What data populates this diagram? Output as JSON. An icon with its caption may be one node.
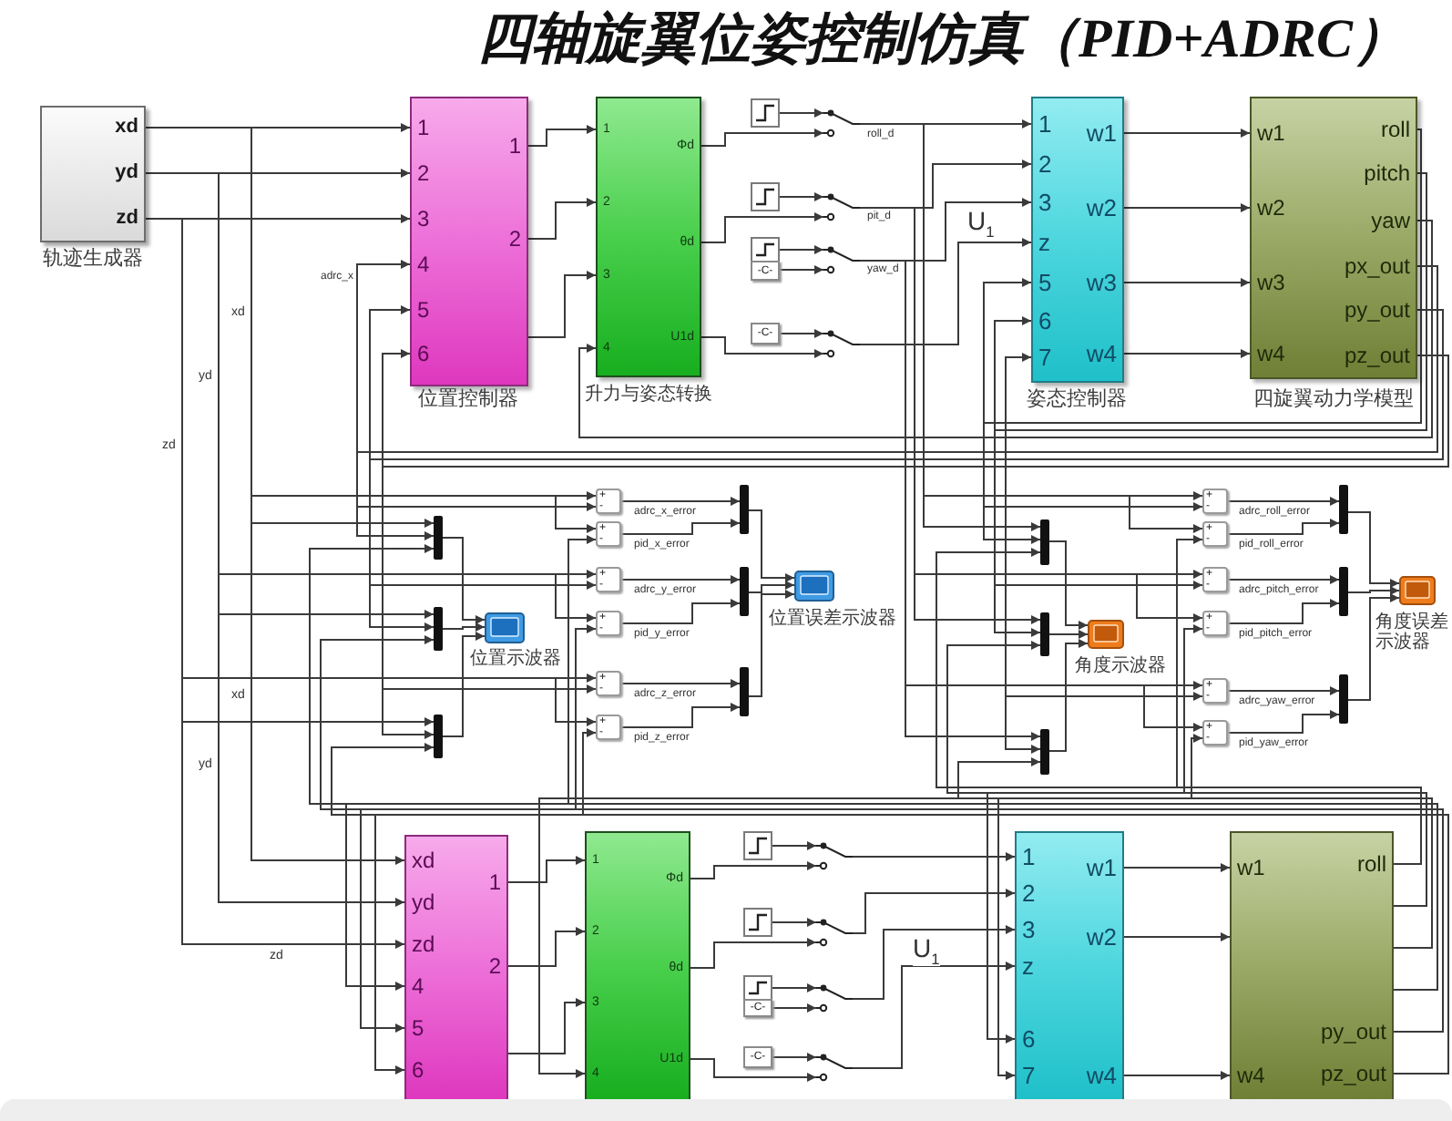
{
  "diagram": {
    "title": "四轴旋翼位姿控制仿真（PID+ADRC）",
    "nodes": [
      {
        "text": [
          "xd",
          "yd",
          "zd"
        ],
        "beside": [
          "轨迹生成器"
        ]
      },
      {
        "text": [
          "1",
          "2",
          "3",
          "4",
          "5",
          "6",
          "1",
          "2"
        ],
        "beside": [
          "位置控制器"
        ]
      },
      {
        "text": [
          "1",
          "2",
          "3",
          "4",
          "Φd",
          "θd",
          "U1d"
        ],
        "beside": [
          "升力与姿态转换"
        ]
      },
      {
        "text": [],
        "shape": "box"
      },
      {
        "text": [],
        "shape": "box"
      },
      {
        "text": [],
        "shape": "box"
      },
      {
        "text": [
          "-C-"
        ]
      },
      {
        "text": [
          "-C-"
        ]
      },
      {
        "text": [],
        "shape": "switch"
      },
      {
        "text": [],
        "shape": "switch"
      },
      {
        "text": [],
        "shape": "switch"
      },
      {
        "text": [],
        "shape": "switch"
      },
      {
        "text": [
          "1",
          "2",
          "3",
          "z",
          "5",
          "6",
          "7",
          "w1",
          "w2",
          "w3",
          "w4"
        ],
        "beside": [
          "姿态控制器"
        ]
      },
      {
        "text": [
          "w1",
          "w2",
          "w3",
          "w4",
          "roll",
          "pitch",
          "yaw",
          "px_out",
          "py_out",
          "pz_out"
        ],
        "beside": [
          "四旋翼动力学模型"
        ]
      },
      {
        "text": [
          "+",
          "-"
        ]
      },
      {
        "text": [
          "+",
          "-"
        ]
      },
      {
        "text": [
          "+",
          "-"
        ]
      },
      {
        "text": [
          "+",
          "-"
        ]
      },
      {
        "text": [
          "+",
          "-"
        ]
      },
      {
        "text": [
          "+",
          "-"
        ]
      },
      {
        "text": [],
        "shape": "bar"
      },
      {
        "text": [],
        "shape": "bar"
      },
      {
        "text": [],
        "shape": "bar"
      },
      {
        "text": [],
        "shape": "monitor",
        "beside": [
          "位置示波器"
        ]
      },
      {
        "text": [],
        "shape": "bar"
      },
      {
        "text": [],
        "shape": "bar"
      },
      {
        "text": [],
        "shape": "bar"
      },
      {
        "text": [],
        "shape": "monitor",
        "beside": [
          "位置误差示波器"
        ]
      },
      {
        "text": [],
        "shape": "bar"
      },
      {
        "text": [],
        "shape": "bar"
      },
      {
        "text": [],
        "shape": "bar"
      },
      {
        "text": [],
        "shape": "monitor",
        "beside": [
          "角度示波器"
        ]
      },
      {
        "text": [
          "+",
          "-"
        ]
      },
      {
        "text": [
          "+",
          "-"
        ]
      },
      {
        "text": [
          "+",
          "-"
        ]
      },
      {
        "text": [
          "+",
          "-"
        ]
      },
      {
        "text": [
          "+",
          "-"
        ]
      },
      {
        "text": [
          "+",
          "-"
        ]
      },
      {
        "text": [],
        "shape": "bar"
      },
      {
        "text": [],
        "shape": "bar"
      },
      {
        "text": [],
        "shape": "bar"
      },
      {
        "text": [],
        "shape": "monitor",
        "beside": [
          "角度误差示波器"
        ]
      },
      {
        "text": [
          "xd",
          "yd",
          "zd",
          "4",
          "5",
          "6",
          "1",
          "2"
        ]
      },
      {
        "text": [
          "1",
          "2",
          "3",
          "4",
          "Φd",
          "θd",
          "U1d"
        ]
      },
      {
        "text": [],
        "shape": "box"
      },
      {
        "text": [],
        "shape": "box"
      },
      {
        "text": [],
        "shape": "box"
      },
      {
        "text": [
          "-C-"
        ]
      },
      {
        "text": [
          "-C-"
        ]
      },
      {
        "text": [],
        "shape": "switch"
      },
      {
        "text": [],
        "shape": "switch"
      },
      {
        "text": [],
        "shape": "switch"
      },
      {
        "text": [],
        "shape": "switch"
      },
      {
        "text": [
          "1",
          "2",
          "3",
          "z",
          "6",
          "7",
          "w1",
          "w2",
          "w4"
        ]
      },
      {
        "text": [
          "w1",
          "w4",
          "roll",
          "py_out",
          "pz_out"
        ]
      }
    ],
    "edges": [
      {
        "from": 0,
        "to": 1,
        "arrow": "to"
      },
      {
        "from": 0,
        "to": 1,
        "arrow": "to"
      },
      {
        "from": 0,
        "to": 1,
        "arrow": "to"
      },
      {
        "from": 1,
        "to": 2,
        "arrow": "to"
      },
      {
        "from": 1,
        "to": 2,
        "arrow": "to"
      },
      {
        "from": 1,
        "to": 2,
        "arrow": "to"
      },
      {
        "from": 3,
        "to": 8,
        "arrow": "to"
      },
      {
        "from": 2,
        "to": 8,
        "arrow": "to"
      },
      {
        "from": 8,
        "to": 12,
        "arrow": "to",
        "label": "roll_d"
      },
      {
        "from": 4,
        "to": 9,
        "arrow": "to"
      },
      {
        "from": 2,
        "to": 9,
        "arrow": "to"
      },
      {
        "from": 9,
        "to": 12,
        "arrow": "to",
        "label": "pit_d"
      },
      {
        "from": 5,
        "to": 10,
        "arrow": "to"
      },
      {
        "from": 6,
        "to": 10,
        "arrow": "to"
      },
      {
        "from": 10,
        "to": 12,
        "arrow": "to",
        "label": "yaw_d"
      },
      {
        "from": 7,
        "to": 11,
        "arrow": "to"
      },
      {
        "from": 2,
        "to": 11,
        "arrow": "to"
      },
      {
        "from": 11,
        "to": 12,
        "arrow": "to",
        "label": "U$_{1}$"
      },
      {
        "from": 12,
        "to": 13,
        "arrow": "to"
      },
      {
        "from": 12,
        "to": 13,
        "arrow": "to"
      },
      {
        "from": 12,
        "to": 13,
        "arrow": "to"
      },
      {
        "from": 12,
        "to": 13,
        "arrow": "to"
      },
      {
        "from": 13,
        "to": 1,
        "arrow": "to",
        "label": "adrc_x"
      },
      {
        "from": 13,
        "to": 1,
        "arrow": "to"
      },
      {
        "from": 13,
        "to": 1,
        "arrow": "to"
      },
      {
        "from": 13,
        "to": 12,
        "arrow": "to"
      },
      {
        "from": 13,
        "to": 12,
        "arrow": "to"
      },
      {
        "from": 13,
        "to": 12,
        "arrow": "to"
      },
      {
        "from": 13,
        "to": 2,
        "arrow": "to"
      },
      {
        "from": 0,
        "to": 14,
        "arrow": "to",
        "label": "xd"
      },
      {
        "from": 13,
        "to": 14,
        "arrow": "to"
      },
      {
        "from": 0,
        "to": 15,
        "arrow": "to"
      },
      {
        "from": 54,
        "to": 15,
        "arrow": "to"
      },
      {
        "from": 0,
        "to": 16,
        "arrow": "to",
        "label": "yd"
      },
      {
        "from": 13,
        "to": 16,
        "arrow": "to"
      },
      {
        "from": 0,
        "to": 17,
        "arrow": "to"
      },
      {
        "from": 54,
        "to": 17,
        "arrow": "to"
      },
      {
        "from": 0,
        "to": 18,
        "arrow": "to",
        "label": "zd"
      },
      {
        "from": 13,
        "to": 18,
        "arrow": "to"
      },
      {
        "from": 0,
        "to": 19,
        "arrow": "to"
      },
      {
        "from": 54,
        "to": 19,
        "arrow": "to"
      },
      {
        "from": 14,
        "to": 24,
        "arrow": "to",
        "label": "adrc_x_error"
      },
      {
        "from": 15,
        "to": 24,
        "arrow": "to",
        "label": "pid_x_error"
      },
      {
        "from": 16,
        "to": 25,
        "arrow": "to",
        "label": "adrc_y_error"
      },
      {
        "from": 17,
        "to": 25,
        "arrow": "to",
        "label": "pid_y_error"
      },
      {
        "from": 18,
        "to": 26,
        "arrow": "to",
        "label": "adrc_z_error"
      },
      {
        "from": 19,
        "to": 26,
        "arrow": "to",
        "label": "pid_z_error"
      },
      {
        "from": 24,
        "to": 27,
        "arrow": "to"
      },
      {
        "from": 25,
        "to": 27,
        "arrow": "to"
      },
      {
        "from": 26,
        "to": 27,
        "arrow": "to"
      },
      {
        "from": 0,
        "to": 20,
        "arrow": "to"
      },
      {
        "from": 13,
        "to": 20,
        "arrow": "to"
      },
      {
        "from": 54,
        "to": 20,
        "arrow": "to"
      },
      {
        "from": 0,
        "to": 21,
        "arrow": "to"
      },
      {
        "from": 13,
        "to": 21,
        "arrow": "to"
      },
      {
        "from": 54,
        "to": 21,
        "arrow": "to"
      },
      {
        "from": 0,
        "to": 22,
        "arrow": "to"
      },
      {
        "from": 13,
        "to": 22,
        "arrow": "to"
      },
      {
        "from": 54,
        "to": 22,
        "arrow": "to"
      },
      {
        "from": 20,
        "to": 23,
        "arrow": "to"
      },
      {
        "from": 21,
        "to": 23,
        "arrow": "to"
      },
      {
        "from": 22,
        "to": 23,
        "arrow": "to"
      },
      {
        "from": 8,
        "to": 32,
        "arrow": "to"
      },
      {
        "from": 13,
        "to": 32,
        "arrow": "to"
      },
      {
        "from": 8,
        "to": 33,
        "arrow": "to"
      },
      {
        "from": 54,
        "to": 33,
        "arrow": "to"
      },
      {
        "from": 9,
        "to": 34,
        "arrow": "to"
      },
      {
        "from": 13,
        "to": 34,
        "arrow": "to"
      },
      {
        "from": 9,
        "to": 35,
        "arrow": "to"
      },
      {
        "from": 54,
        "to": 35,
        "arrow": "to"
      },
      {
        "from": 10,
        "to": 36,
        "arrow": "to"
      },
      {
        "from": 13,
        "to": 36,
        "arrow": "to"
      },
      {
        "from": 10,
        "to": 37,
        "arrow": "to"
      },
      {
        "from": 54,
        "to": 37,
        "arrow": "to"
      },
      {
        "from": 32,
        "to": 38,
        "arrow": "to",
        "label": "adrc_roll_error"
      },
      {
        "from": 33,
        "to": 38,
        "arrow": "to",
        "label": "pid_roll_error"
      },
      {
        "from": 34,
        "to": 39,
        "arrow": "to",
        "label": "adrc_pitch_error"
      },
      {
        "from": 35,
        "to": 39,
        "arrow": "to",
        "label": "pid_pitch_error"
      },
      {
        "from": 36,
        "to": 40,
        "arrow": "to",
        "label": "adrc_yaw_error"
      },
      {
        "from": 37,
        "to": 40,
        "arrow": "to",
        "label": "pid_yaw_error"
      },
      {
        "from": 38,
        "to": 41,
        "arrow": "to"
      },
      {
        "from": 39,
        "to": 41,
        "arrow": "to"
      },
      {
        "from": 40,
        "to": 41,
        "arrow": "to"
      },
      {
        "from": 8,
        "to": 28,
        "arrow": "to"
      },
      {
        "from": 13,
        "to": 28,
        "arrow": "to"
      },
      {
        "from": 54,
        "to": 28,
        "arrow": "to"
      },
      {
        "from": 9,
        "to": 29,
        "arrow": "to"
      },
      {
        "from": 13,
        "to": 29,
        "arrow": "to"
      },
      {
        "from": 54,
        "to": 29,
        "arrow": "to"
      },
      {
        "from": 10,
        "to": 30,
        "arrow": "to"
      },
      {
        "from": 13,
        "to": 30,
        "arrow": "to"
      },
      {
        "from": 54,
        "to": 30,
        "arrow": "to"
      },
      {
        "from": 28,
        "to": 31,
        "arrow": "to"
      },
      {
        "from": 29,
        "to": 31,
        "arrow": "to"
      },
      {
        "from": 30,
        "to": 31,
        "arrow": "to"
      },
      {
        "from": 0,
        "to": 42,
        "arrow": "to",
        "label": "xd"
      },
      {
        "from": 0,
        "to": 42,
        "arrow": "to",
        "label": "yd"
      },
      {
        "from": 0,
        "to": 42,
        "arrow": "to",
        "label": "zd"
      },
      {
        "from": 54,
        "to": 42,
        "arrow": "to"
      },
      {
        "from": 54,
        "to": 42,
        "arrow": "to"
      },
      {
        "from": 54,
        "to": 42,
        "arrow": "to"
      },
      {
        "from": 42,
        "to": 43,
        "arrow": "to"
      },
      {
        "from": 42,
        "to": 43,
        "arrow": "to"
      },
      {
        "from": 42,
        "to": 43,
        "arrow": "to"
      },
      {
        "from": 54,
        "to": 43,
        "arrow": "to"
      },
      {
        "from": 44,
        "to": 49,
        "arrow": "to"
      },
      {
        "from": 43,
        "to": 49,
        "arrow": "to"
      },
      {
        "from": 49,
        "to": 53,
        "arrow": "to"
      },
      {
        "from": 45,
        "to": 50,
        "arrow": "to"
      },
      {
        "from": 43,
        "to": 50,
        "arrow": "to"
      },
      {
        "from": 50,
        "to": 53,
        "arrow": "to"
      },
      {
        "from": 46,
        "to": 51,
        "arrow": "to"
      },
      {
        "from": 47,
        "to": 51,
        "arrow": "to"
      },
      {
        "from": 51,
        "to": 53,
        "arrow": "to"
      },
      {
        "from": 48,
        "to": 52,
        "arrow": "to"
      },
      {
        "from": 43,
        "to": 52,
        "arrow": "to"
      },
      {
        "from": 52,
        "to": 53,
        "arrow": "to",
        "label": "U$_{1}$"
      },
      {
        "from": 53,
        "to": 54,
        "arrow": "to"
      },
      {
        "from": 53,
        "to": 54,
        "arrow": "to"
      },
      {
        "from": 53,
        "to": 54,
        "arrow": "to"
      },
      {
        "from": 54,
        "to": 53,
        "arrow": "to"
      },
      {
        "from": 54,
        "to": 53,
        "arrow": "to"
      }
    ]
  }
}
